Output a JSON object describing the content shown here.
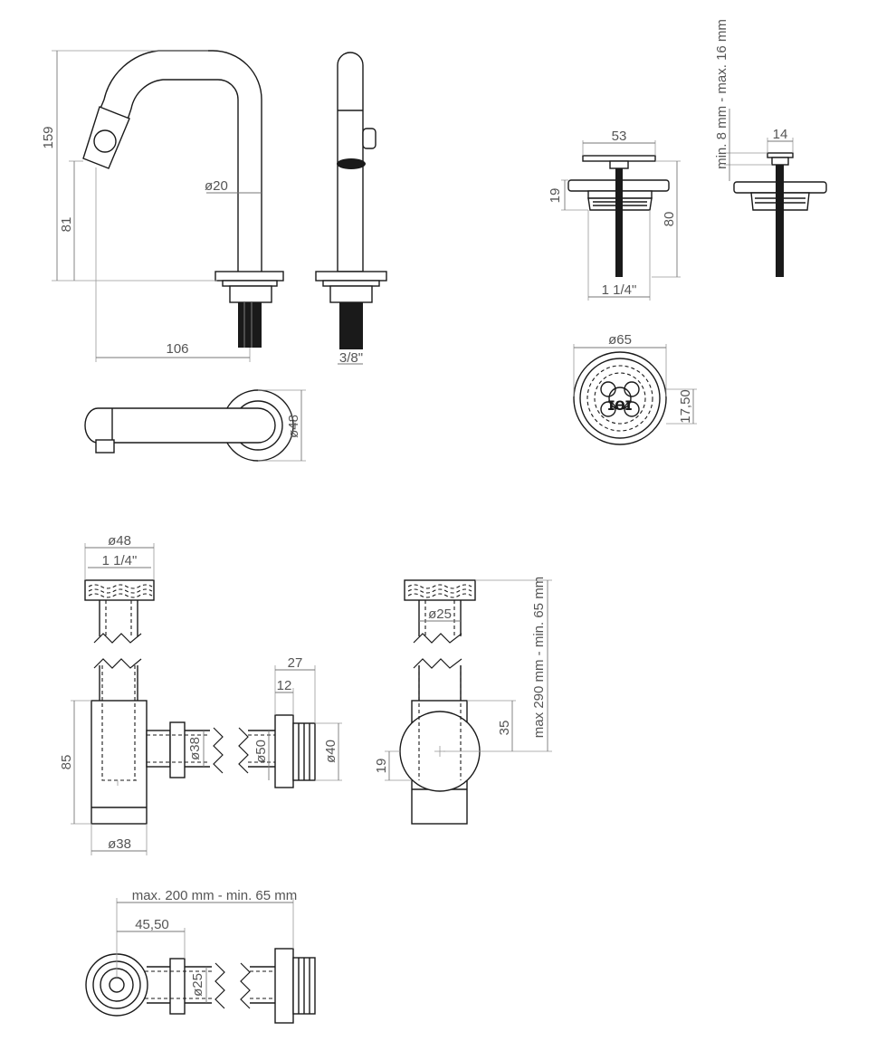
{
  "labels": {
    "spout_height": "159",
    "spout_outlet_height": "81",
    "spout_diameter": "ø20",
    "spout_reach": "106",
    "shank_thread": "3/8\"",
    "base_diameter": "ø48",
    "waste_cap_width": "53",
    "waste_flange_height": "19",
    "waste_height": "80",
    "waste_thread": "1 1/4\"",
    "basin_thickness": "min. 8 mm - max. 16 mm",
    "waste_stem_width": "14",
    "waste_diameter": "ø65",
    "waste_offset": "17,50",
    "trap_top_diameter": "ø48",
    "trap_top_thread": "1 1/4\"",
    "trap_height": "85",
    "trap_body_diameter": "ø38",
    "trap_outlet_diameter": "ø38",
    "wall_flange_depth": "27",
    "wall_flange_thread_len": "12",
    "wall_pipe_outer": "ø50",
    "wall_pipe_inner": "ø40",
    "trap_inlet_diameter": "ø25",
    "trap_side_height": "35",
    "trap_side_bottom": "19",
    "trap_adjust_height": "max 290 mm - min. 65 mm",
    "wall_distance": "max. 200 mm - min. 65 mm",
    "wall_offset": "45,50",
    "outlet_pipe_diameter": "ø25"
  }
}
